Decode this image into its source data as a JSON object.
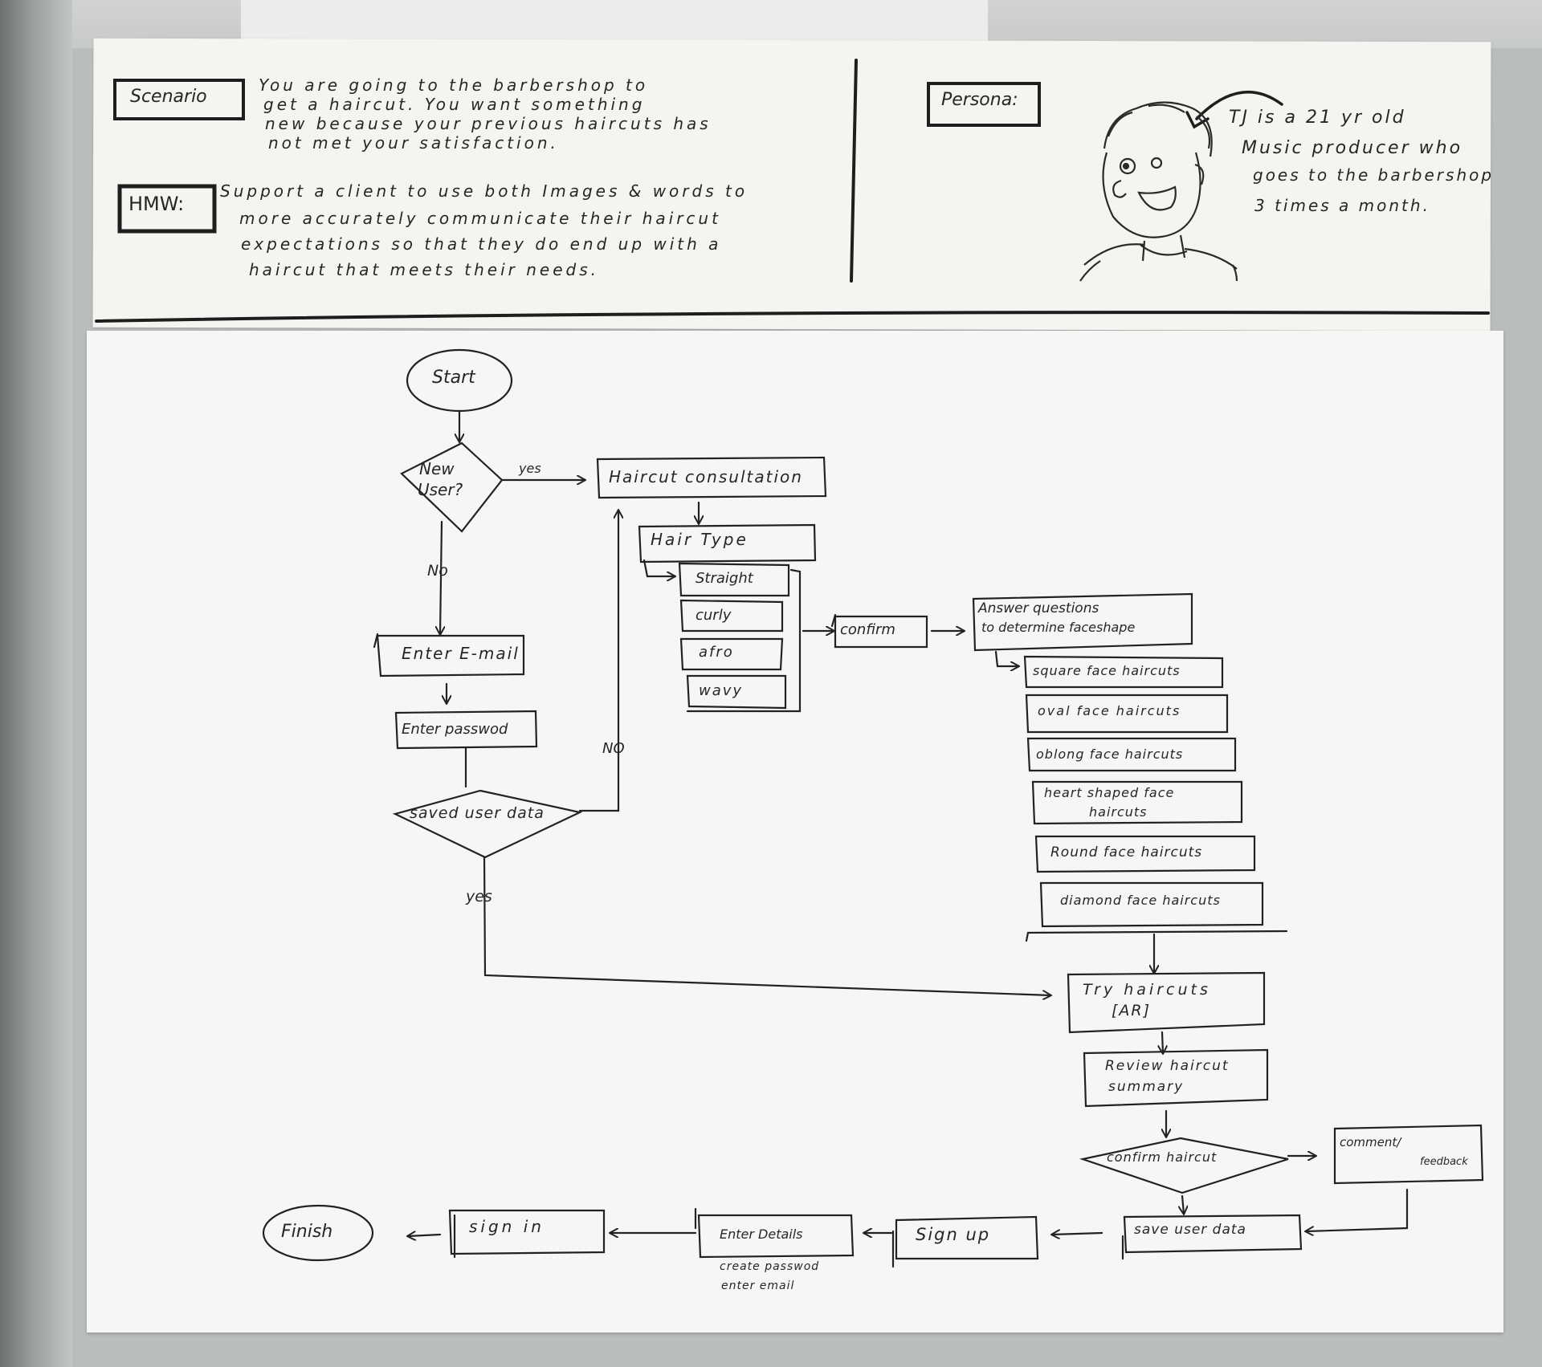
{
  "header": {
    "scenario_label": "Scenario",
    "scenario_text": [
      "You are going to the barbershop to",
      "get a haircut. You want something",
      "new because your previous haircuts has",
      "not met your satisfaction."
    ],
    "hmw_label": "HMW:",
    "hmw_text": [
      "Support a client to use both Images & words to",
      "more accurately communicate their haircut",
      "expectations so that they do end up with a",
      "haircut that meets their needs."
    ],
    "persona_label": "Persona:",
    "persona_text": [
      "TJ is a 21 yr old",
      "Music producer who",
      "goes to the barbershop",
      "3 times a month."
    ]
  },
  "flow": {
    "start": "Start",
    "new_user": [
      "New",
      "User?"
    ],
    "yes_new": "yes",
    "no_new": "No",
    "enter_email": "Enter E-mail",
    "enter_password": "Enter passwod",
    "saved_user_data": "saved user data",
    "no_saved": "NO",
    "yes_saved": "yes",
    "haircut_consultation": "Haircut consultation",
    "hair_type": "Hair Type",
    "hair_types": [
      "Straight",
      "curly",
      "afro",
      "wavy"
    ],
    "confirm": "confirm",
    "answer_questions": [
      "Answer questions",
      "to determine faceshape"
    ],
    "face_haircuts": [
      "square face haircuts",
      "oval face haircuts",
      "oblong face haircuts",
      "heart shaped face",
      "haircuts",
      "Round face haircuts",
      "diamond face haircuts"
    ],
    "try_haircuts": [
      "Try haircuts",
      "[AR]"
    ],
    "review_summary": [
      "Review haircut",
      "summary"
    ],
    "confirm_haircut": "confirm haircut",
    "comment_feedback": [
      "comment/",
      "feedback"
    ],
    "save_user_data": "save user data",
    "sign_up": "Sign up",
    "enter_details": "Enter Details",
    "enter_details_sub": [
      "create passwod",
      "enter email"
    ],
    "sign_in": "sign in",
    "finish": "Finish"
  }
}
